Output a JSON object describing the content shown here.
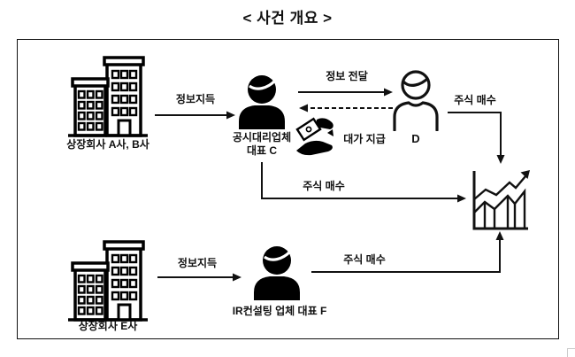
{
  "title": "< 사건 개요 >",
  "entities": {
    "company_ab": {
      "label": "상장회사 A사, B사",
      "icon": "buildings-icon"
    },
    "company_e": {
      "label": "상장회사 E사",
      "icon": "buildings-icon"
    },
    "person_c": {
      "label": "공시대리업체\n대표 C",
      "icon": "person-filled-icon"
    },
    "person_d": {
      "label": "D",
      "icon": "person-outline-icon"
    },
    "person_f": {
      "label": "IR컨설팅 업체 대표 F",
      "icon": "person-filled-icon"
    },
    "stock_chart": {
      "icon": "stock-chart-icon"
    },
    "payment": {
      "icon": "hand-money-icon"
    }
  },
  "edges": {
    "ab_to_c": {
      "label": "정보지득",
      "style": "solid-arrow-right"
    },
    "c_to_d": {
      "label": "정보 전달",
      "style": "solid-arrow-right"
    },
    "d_to_c": {
      "label": "대가 지급",
      "style": "dashed-arrow-left"
    },
    "d_to_chart": {
      "label": "주식 매수",
      "style": "solid-elbow-down"
    },
    "c_to_chart": {
      "label": "주식 매수",
      "style": "solid-elbow-right"
    },
    "e_to_f": {
      "label": "정보지득",
      "style": "solid-arrow-right"
    },
    "f_to_chart": {
      "label": "주식 매수",
      "style": "solid-elbow-up"
    }
  },
  "colors": {
    "line": "#111111",
    "background": "#ffffff",
    "frame": "#111111"
  }
}
